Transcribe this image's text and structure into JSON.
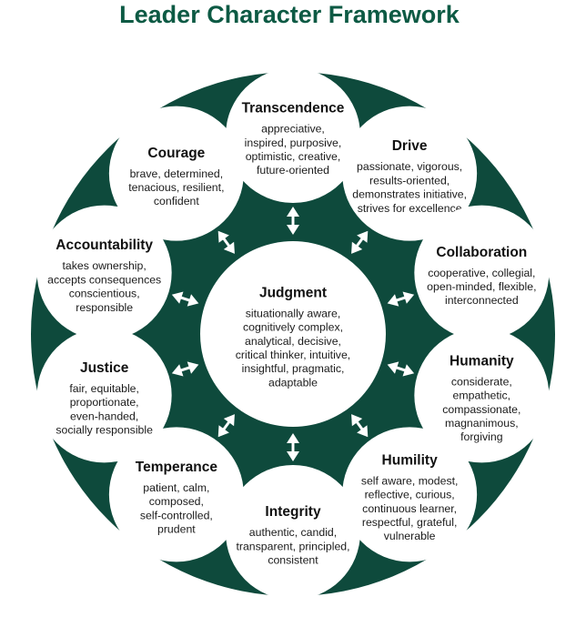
{
  "title": "Leader Character Framework",
  "colors": {
    "title": "#0d5a44",
    "ring": "#0e4a3c",
    "circle_fill": "#ffffff",
    "arrow": "#ffffff",
    "text": "#111111"
  },
  "center": {
    "name": "Judgment",
    "traits": [
      "situationally aware,",
      "cognitively complex,",
      "analytical, decisive,",
      "critical thinker, intuitive,",
      "insightful, pragmatic,",
      "adaptable"
    ]
  },
  "dimensions": [
    {
      "name": "Transcendence",
      "traits": [
        "appreciative,",
        "inspired, purposive,",
        "optimistic, creative,",
        "future-oriented"
      ]
    },
    {
      "name": "Drive",
      "traits": [
        "passionate, vigorous,",
        "results-oriented,",
        "demonstrates initiative,",
        "strives for excellence"
      ]
    },
    {
      "name": "Collaboration",
      "traits": [
        "cooperative, collegial,",
        "open-minded, flexible,",
        "interconnected"
      ]
    },
    {
      "name": "Humanity",
      "traits": [
        "considerate,",
        "empathetic,",
        "compassionate,",
        "magnanimous,",
        "forgiving"
      ]
    },
    {
      "name": "Humility",
      "traits": [
        "self aware, modest,",
        "reflective, curious,",
        "continuous learner,",
        "respectful, grateful,",
        "vulnerable"
      ]
    },
    {
      "name": "Integrity",
      "traits": [
        "authentic, candid,",
        "transparent, principled,",
        "consistent"
      ]
    },
    {
      "name": "Temperance",
      "traits": [
        "patient, calm,",
        "composed,",
        "self-controlled,",
        "prudent"
      ]
    },
    {
      "name": "Justice",
      "traits": [
        "fair, equitable,",
        "proportionate,",
        "even-handed,",
        "socially responsible"
      ]
    },
    {
      "name": "Accountability",
      "traits": [
        "takes ownership,",
        "accepts consequences",
        "conscientious,",
        "responsible"
      ]
    },
    {
      "name": "Courage",
      "traits": [
        "brave, determined,",
        "tenacious, resilient,",
        "confident"
      ]
    }
  ]
}
